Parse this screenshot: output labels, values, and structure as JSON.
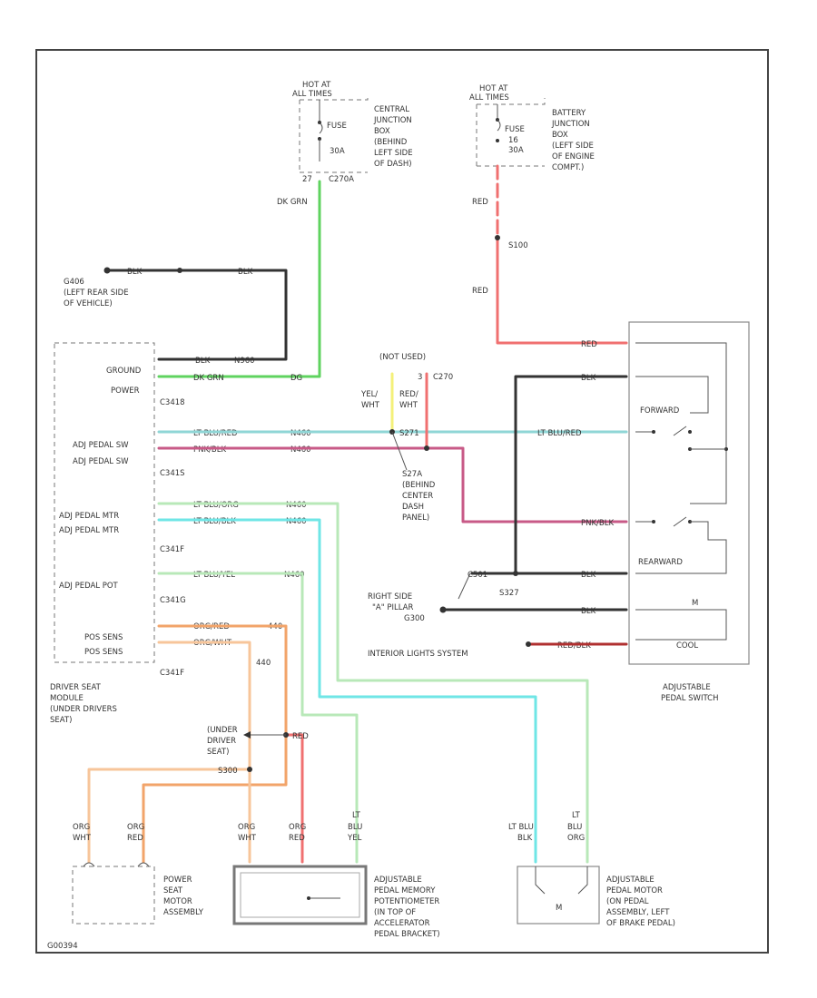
{
  "colors": {
    "green": "#5fd35f",
    "red": "#f07070",
    "pink": "#c85a87",
    "cyan": "#8fd6d6",
    "cyan_bright": "#6fe6e6",
    "yellow": "#f4f07a",
    "orange": "#f2a46a",
    "orange_light": "#f7c59a",
    "light_green": "#b8e8b8",
    "black": "#333333"
  },
  "top_left": {
    "hot_at": "HOT AT",
    "all_times": "ALL TIMES",
    "fuse": "FUSE",
    "amp": "30A",
    "box_lines": [
      "CENTRAL",
      "JUNCTION",
      "BOX",
      "(BEHIND",
      "LEFT SIDE",
      "OF DASH)"
    ],
    "connector": "C270A",
    "pin": "27",
    "wire": "DK GRN"
  },
  "top_right": {
    "hot_at": "HOT AT",
    "all_times": "ALL TIMES",
    "fuse": "FUSE",
    "fuse_num": "16",
    "amp": "30A",
    "box_lines": [
      "BATTERY",
      "JUNCTION",
      "BOX",
      "(LEFT SIDE",
      "OF ENGINE",
      "COMPT.)"
    ],
    "wire_top": "RED",
    "splice": "S100",
    "wire_bottom": "RED"
  },
  "ground_g406": {
    "name": "G406",
    "loc1": "(LEFT REAR SIDE",
    "loc2": "OF VEHICLE)",
    "wire1": "BLK",
    "wire2": "BLK"
  },
  "module": {
    "ground_label": "GROUND",
    "power_label": "POWER",
    "ground_wire": "BLK",
    "ground_circuit": "N960",
    "power_wire": "DK GRN",
    "power_circuit": "DG",
    "connector1": "C3418",
    "sw1_label": "ADJ PEDAL SW",
    "sw1_wire": "LT BLU/RED",
    "sw1_circuit": "N460",
    "sw2_label": "ADJ PEDAL SW",
    "sw2_wire": "PNK/BLK",
    "sw2_circuit": "N460",
    "connector2": "C341S",
    "mtr1_label": "ADJ PEDAL MTR",
    "mtr1_wire": "LT BLU/ORG",
    "mtr1_circuit": "N460",
    "mtr2_label": "ADJ PEDAL MTR",
    "mtr2_wire": "LT BLU/BLK",
    "mtr2_circuit": "N460",
    "connector3": "C341F",
    "pot_label": "ADJ PEDAL POT",
    "pot_wire": "LT BLU/YEL",
    "pot_circuit": "N460",
    "connector4": "C341G",
    "pos1_label": "POS SENS",
    "pos1_wire": "ORG/RED",
    "pos1_circuit": "440",
    "pos2_label": "POS SENS",
    "pos2_wire": "ORG/WHT",
    "connector5": "C341F",
    "pos2_circuit": "440",
    "name_lines": [
      "DRIVER SEAT",
      "MODULE",
      "(UNDER DRIVERS",
      "SEAT)"
    ]
  },
  "center": {
    "not_used": "(NOT USED)",
    "connector": "C270",
    "yel_wht": [
      "YEL/",
      "WHT"
    ],
    "red_wht": [
      "RED/",
      "WHT"
    ],
    "pin": "3",
    "splice_label": "S271",
    "splice_lines": [
      "S27A",
      "(BEHIND",
      "CENTER",
      "DASH",
      "PANEL)"
    ]
  },
  "switch": {
    "wire_red": "RED",
    "wire_blk": "BLK",
    "wire_ltblu": "LT BLU/RED",
    "wire_pnk": "PNK/BLK",
    "wire_blk2": "BLK",
    "wire_blk3": "BLK",
    "wire_redblk": "RED/BLK",
    "forward": "FORWARD",
    "rearward": "REARWARD",
    "m_label": "M",
    "cool": "COOL",
    "name_lines": [
      "ADJUSTABLE",
      "PEDAL SWITCH"
    ]
  },
  "right_ground": {
    "lines": [
      "RIGHT SIDE",
      "\"A\" PILLAR",
      "G300"
    ],
    "wire": "C501",
    "splice": "S327",
    "interior": "INTERIOR LIGHTS SYSTEM"
  },
  "under_seat": {
    "lines": [
      "(UNDER",
      "DRIVER",
      "SEAT)"
    ],
    "splice": "S300",
    "wire": "RED"
  },
  "bottom": {
    "m1_w1": [
      "ORG",
      "WHT"
    ],
    "m1_w2": [
      "ORG",
      "RED"
    ],
    "m1_lines": [
      "POWER",
      "SEAT",
      "MOTOR",
      "ASSEMBLY"
    ],
    "p_w1": [
      "ORG",
      "WHT"
    ],
    "p_w2": [
      "ORG",
      "RED"
    ],
    "p_w3": [
      "LT",
      "BLU",
      "YEL"
    ],
    "p_lines": [
      "ADJUSTABLE",
      "PEDAL MEMORY",
      "POTENTIOMETER",
      "(IN TOP OF",
      "ACCELERATOR",
      "PEDAL BRACKET)"
    ],
    "m2_w1": [
      "LT BLU",
      "BLK"
    ],
    "m2_w2": [
      "LT",
      "BLU",
      "ORG"
    ],
    "m2_m": "M",
    "m2_lines": [
      "ADJUSTABLE",
      "PEDAL MOTOR",
      "(ON PEDAL",
      "ASSEMBLY, LEFT",
      "OF BRAKE PEDAL)"
    ]
  },
  "footer_id": "G00394"
}
